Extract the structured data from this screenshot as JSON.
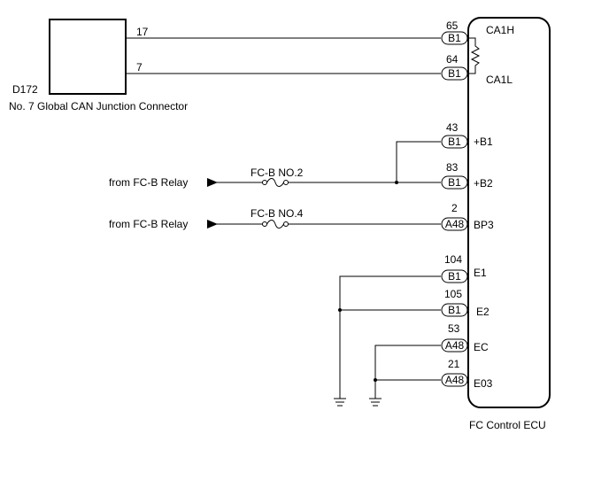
{
  "junction": {
    "id": "D172",
    "name": "No. 7 Global CAN Junction Connector",
    "pins": {
      "top": "17",
      "bottom": "7"
    }
  },
  "ecu": {
    "name": "FC Control ECU",
    "pins": [
      {
        "num": "65",
        "connector": "B1",
        "signal": "CA1H"
      },
      {
        "num": "64",
        "connector": "B1",
        "signal": "CA1L"
      },
      {
        "num": "43",
        "connector": "B1",
        "signal": "+B1"
      },
      {
        "num": "83",
        "connector": "B1",
        "signal": "+B2"
      },
      {
        "num": "2",
        "connector": "A48",
        "signal": "BP3"
      },
      {
        "num": "104",
        "connector": "B1",
        "signal": "E1"
      },
      {
        "num": "105",
        "connector": "B1",
        "signal": "E2"
      },
      {
        "num": "53",
        "connector": "A48",
        "signal": "EC"
      },
      {
        "num": "21",
        "connector": "A48",
        "signal": "E03"
      }
    ]
  },
  "inputs": [
    {
      "from": "from FC-B Relay",
      "fuse": "FC-B NO.2"
    },
    {
      "from": "from FC-B Relay",
      "fuse": "FC-B NO.4"
    }
  ],
  "colors": {
    "line": "#000000",
    "background": "#ffffff"
  }
}
